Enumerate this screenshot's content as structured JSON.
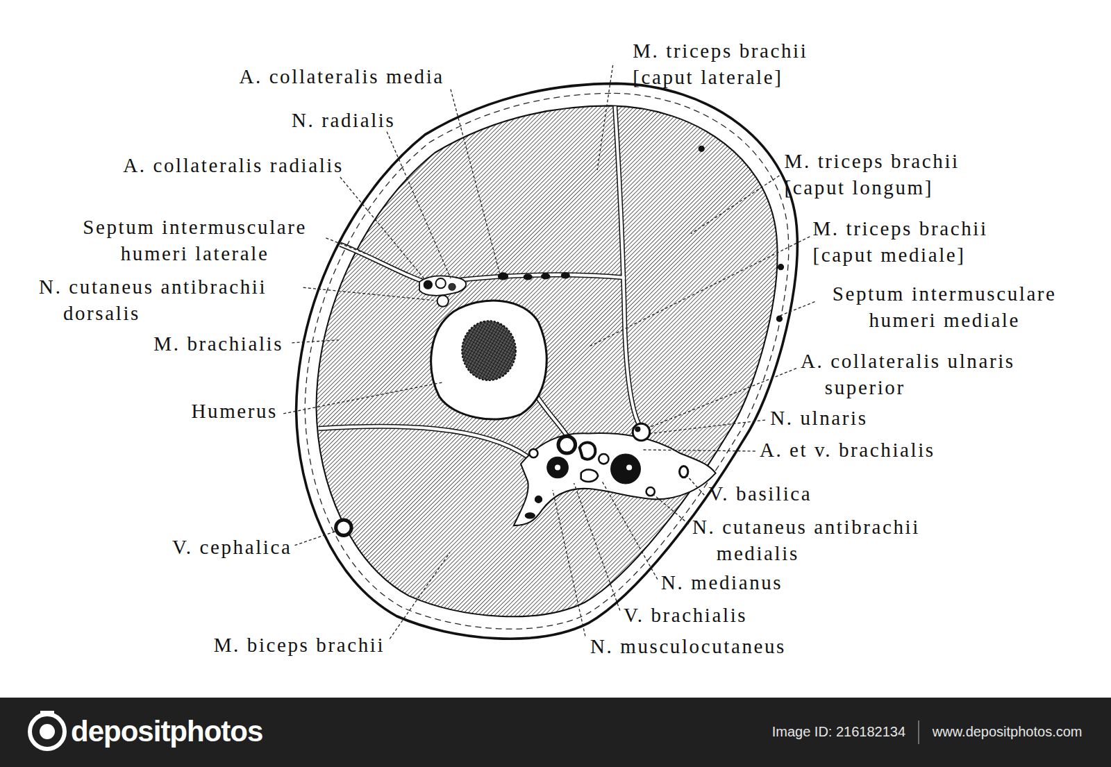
{
  "diagram": {
    "labels": [
      "M. triceps brachii [caput laterale]",
      "A. collateralis media",
      "N. radialis",
      "A. collateralis radialis",
      "M. triceps brachii [caput longum]",
      "Septum intermusculare humeri laterale",
      "M. triceps brachii [caput mediale]",
      "N. cutaneus antibrachii dorsalis",
      "Septum intermusculare humeri mediale",
      "M. brachialis",
      "A. collateralis ulnaris superior",
      "Humerus",
      "N. ulnaris",
      "A. et v. brachialis",
      "V. basilica",
      "N. cutaneus antibrachii medialis",
      "V. cephalica",
      "N. medianus",
      "V. brachialis",
      "M. biceps brachii",
      "N. musculocutaneus",
      "depositphotos",
      "Image ID: 216182134",
      "www.depositphotos.com"
    ]
  }
}
